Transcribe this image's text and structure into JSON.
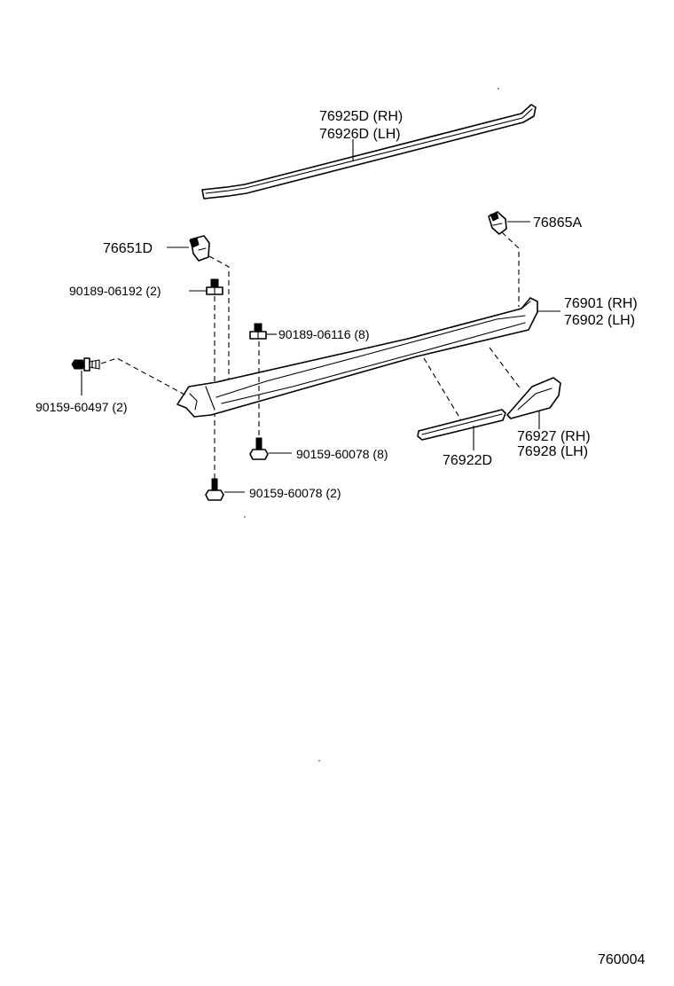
{
  "diagram": {
    "reference_number": "760004",
    "parts": [
      {
        "id": "weatherstrip",
        "lines": [
          "76925D (RH)",
          "76926D (LH)"
        ]
      },
      {
        "id": "clip-76865a",
        "lines": [
          "76865A"
        ]
      },
      {
        "id": "clip-76651d",
        "lines": [
          "76651D"
        ]
      },
      {
        "id": "nut-90189-06192",
        "lines": [
          "90189-06192 (2)"
        ]
      },
      {
        "id": "rocker-panel-molding",
        "lines": [
          "76901 (RH)",
          "76902 (LH)"
        ]
      },
      {
        "id": "nut-90189-06116",
        "lines": [
          "90189-06116 (8)"
        ]
      },
      {
        "id": "screw-90159-60497",
        "lines": [
          "90159-60497 (2)"
        ]
      },
      {
        "id": "screw-90159-60078-a",
        "lines": [
          "90159-60078 (8)"
        ]
      },
      {
        "id": "tape-76922d",
        "lines": [
          "76922D"
        ]
      },
      {
        "id": "mudguard",
        "lines": [
          "76927 (RH)",
          "76928 (LH)"
        ]
      },
      {
        "id": "screw-90159-60078-b",
        "lines": [
          "90159-60078 (2)"
        ]
      }
    ]
  }
}
